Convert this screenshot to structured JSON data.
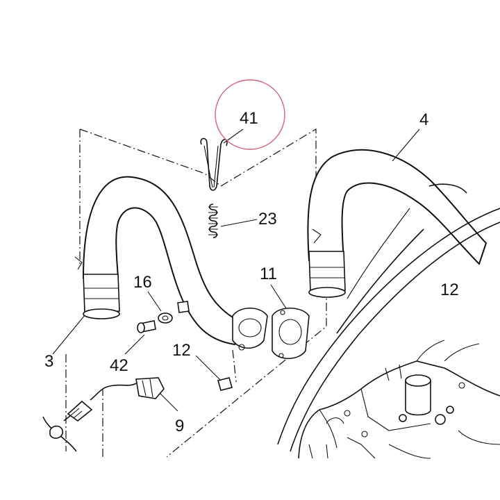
{
  "callouts": {
    "c41": "41",
    "c4": "4",
    "c23": "23",
    "c11": "11",
    "c16": "16",
    "c12a": "12",
    "c12b": "12",
    "c3": "3",
    "c42": "42",
    "c9": "9"
  },
  "highlight_color": "#d4627a"
}
